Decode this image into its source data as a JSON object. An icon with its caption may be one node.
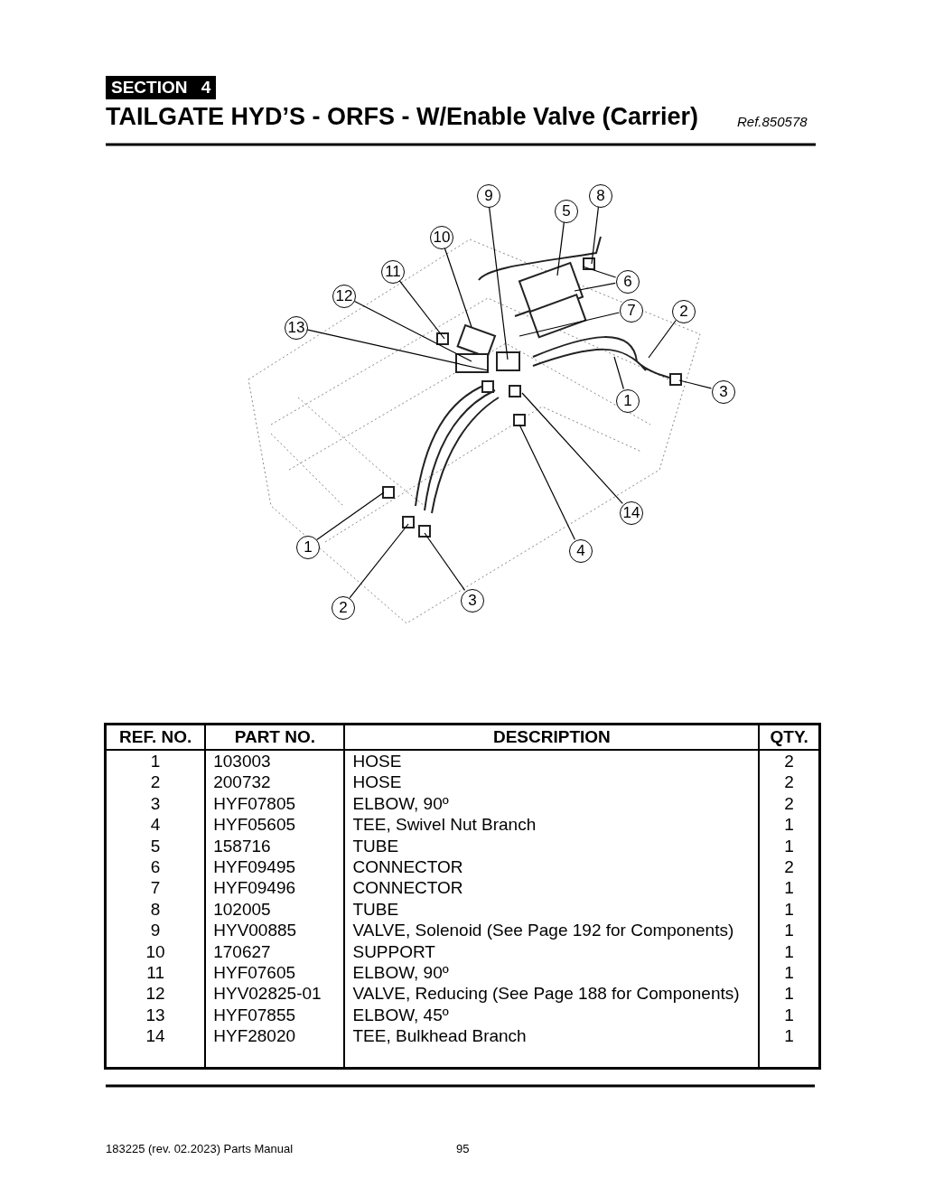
{
  "diagram": {
    "title": "TAILGATE HYD’S - ORFS - W/Enable Valve (Carrier)",
    "nodes": [
      {
        "text": [
          "9"
        ]
      },
      {
        "text": [
          "8"
        ]
      },
      {
        "text": [
          "5"
        ]
      },
      {
        "text": [
          "10"
        ]
      },
      {
        "text": [
          "11"
        ]
      },
      {
        "text": [
          "6"
        ]
      },
      {
        "text": [
          "12"
        ]
      },
      {
        "text": [
          "7"
        ]
      },
      {
        "text": [
          "2"
        ]
      },
      {
        "text": [
          "13"
        ]
      },
      {
        "text": [
          "3"
        ]
      },
      {
        "text": [
          "1"
        ]
      },
      {
        "text": [
          "14"
        ]
      },
      {
        "text": [
          "1"
        ]
      },
      {
        "text": [
          "4"
        ]
      },
      {
        "text": [
          "3"
        ]
      },
      {
        "text": [
          "2"
        ]
      }
    ],
    "edges": [
      {
        "from": 0,
        "to": null,
        "arrow": "none"
      },
      {
        "from": 1,
        "to": null,
        "arrow": "none"
      },
      {
        "from": 2,
        "to": null,
        "arrow": "none"
      },
      {
        "from": 3,
        "to": null,
        "arrow": "none"
      },
      {
        "from": 4,
        "to": null,
        "arrow": "none"
      },
      {
        "from": 5,
        "to": null,
        "arrow": "none"
      },
      {
        "from": 5,
        "to": null,
        "arrow": "none"
      },
      {
        "from": 6,
        "to": null,
        "arrow": "none"
      },
      {
        "from": 7,
        "to": null,
        "arrow": "none"
      },
      {
        "from": 8,
        "to": null,
        "arrow": "none"
      },
      {
        "from": 9,
        "to": null,
        "arrow": "none"
      },
      {
        "from": 10,
        "to": null,
        "arrow": "none"
      },
      {
        "from": 11,
        "to": null,
        "arrow": "none"
      },
      {
        "from": 12,
        "to": null,
        "arrow": "none"
      },
      {
        "from": 13,
        "to": null,
        "arrow": "none"
      },
      {
        "from": 14,
        "to": null,
        "arrow": "none"
      },
      {
        "from": 15,
        "to": null,
        "arrow": "none"
      },
      {
        "from": 16,
        "to": null,
        "arrow": "none"
      }
    ],
    "labels": [
      "SECTION 4",
      "Ref.850578",
      "REF. NO.",
      "PART NO.",
      "DESCRIPTION",
      "QTY.",
      "1",
      "103003",
      "HOSE",
      "2",
      "2",
      "200732",
      "HOSE",
      "2",
      "3",
      "HYF07805",
      "ELBOW, 90º",
      "2",
      "4",
      "HYF05605",
      "TEE, Swivel Nut Branch",
      "1",
      "5",
      "158716",
      "TUBE",
      "1",
      "6",
      "HYF09495",
      "CONNECTOR",
      "2",
      "7",
      "HYF09496",
      "CONNECTOR",
      "1",
      "8",
      "102005",
      "TUBE",
      "1",
      "9",
      "HYV00885",
      "VALVE, Solenoid (See Page 192 for Components)",
      "1",
      "10",
      "170627",
      "SUPPORT",
      "1",
      "11",
      "HYF07605",
      "ELBOW, 90º",
      "1",
      "12",
      "HYV02825-01",
      "VALVE, Reducing (See Page 188 for Components)",
      "1",
      "13",
      "HYF07855",
      "ELBOW, 45º",
      "1",
      "14",
      "HYF28020",
      "TEE, Bulkhead Branch",
      "1",
      "183225 (rev. 02.2023) Parts Manual",
      "95"
    ]
  }
}
